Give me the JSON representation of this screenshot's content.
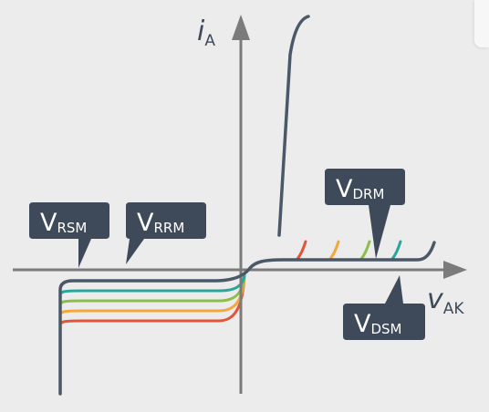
{
  "axes": {
    "y_main": "i",
    "y_sub": "A",
    "x_main": "v",
    "x_sub": "AK"
  },
  "labels": {
    "vrsm": {
      "main": "V",
      "sub": "RSM"
    },
    "vrrm": {
      "main": "V",
      "sub": "RRM"
    },
    "vdrm": {
      "main": "V",
      "sub": "DRM"
    },
    "vdsm": {
      "main": "V",
      "sub": "DSM"
    }
  },
  "colors": {
    "axis": "#7b7b7b",
    "curve": "#4a5868",
    "callout": "#3e4a59",
    "teal": "#2aa79b",
    "green": "#8cbf4a",
    "orange": "#f2a83c",
    "red": "#e2553b"
  }
}
